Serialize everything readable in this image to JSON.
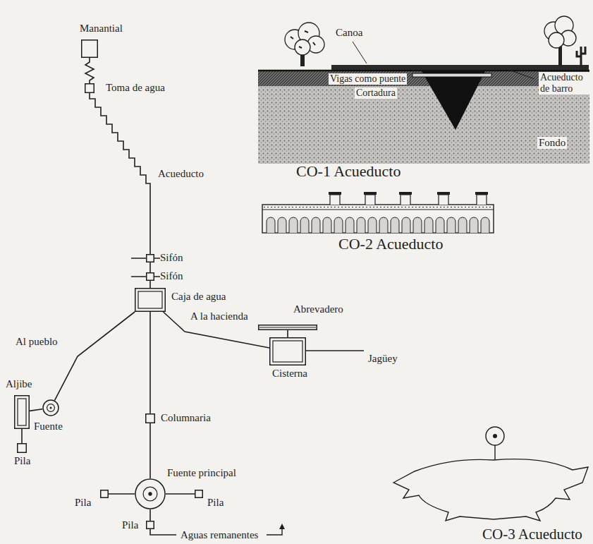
{
  "diagram": {
    "nodes": [
      {
        "text": [
          "Manantial"
        ]
      },
      {
        "text": [
          "Toma de agua"
        ]
      },
      {
        "text": [
          "Sifón"
        ]
      },
      {
        "text": [
          "Sifón"
        ]
      },
      {
        "text": [
          "Caja de agua"
        ]
      },
      {
        "text": [
          "Abrevadero"
        ]
      },
      {
        "text": [
          "Cisterna"
        ]
      },
      {
        "text": [
          "Aljibe"
        ]
      },
      {
        "text": [
          "Fuente"
        ]
      },
      {
        "text": [
          "Pila"
        ]
      },
      {
        "text": [
          "Columnaria"
        ]
      },
      {
        "text": [
          "Fuente principal"
        ]
      },
      {
        "text": [
          "Pila"
        ]
      },
      {
        "text": [
          "Pila"
        ]
      },
      {
        "text": [
          "Pila"
        ]
      }
    ],
    "edges": [
      {
        "from": 0,
        "to": 1,
        "arrow": "none"
      },
      {
        "from": 1,
        "to": 2,
        "label": "Acueducto",
        "arrow": "none"
      },
      {
        "from": 2,
        "to": 3,
        "arrow": "none"
      },
      {
        "from": 3,
        "to": 4,
        "arrow": "none"
      },
      {
        "from": 4,
        "to": 8,
        "label": "Al pueblo",
        "arrow": "none"
      },
      {
        "from": 8,
        "to": 7,
        "arrow": "none"
      },
      {
        "from": 7,
        "to": 9,
        "arrow": "none"
      },
      {
        "from": 4,
        "to": 6,
        "label": "A la hacienda",
        "arrow": "none"
      },
      {
        "from": 6,
        "to": 5,
        "arrow": "none"
      },
      {
        "from": 4,
        "to": 10,
        "arrow": "none"
      },
      {
        "from": 10,
        "to": 11,
        "arrow": "none"
      },
      {
        "from": 11,
        "to": 12,
        "arrow": "none"
      },
      {
        "from": 11,
        "to": 13,
        "arrow": "none"
      },
      {
        "from": 11,
        "to": 14,
        "arrow": "none"
      }
    ],
    "labels": [
      "CO-1 Acueducto",
      "CO-2 Acueducto",
      "CO-3 Acueducto",
      "Canoa",
      "Vigas como puente",
      "Cortadura",
      "Acueducto de barro",
      "Fondo",
      "Jagüey",
      "Aguas remanentes"
    ]
  }
}
